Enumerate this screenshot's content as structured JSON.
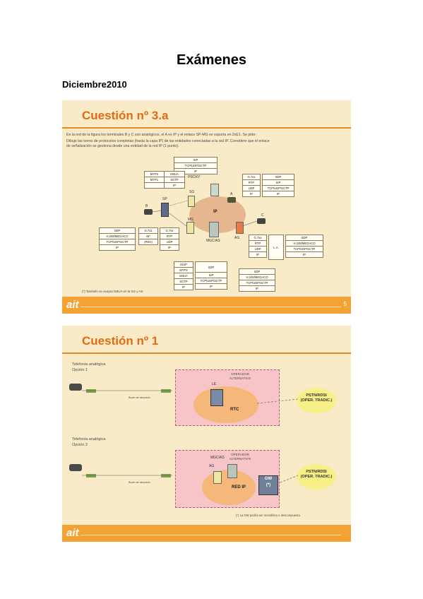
{
  "doc_title": "Exámenes",
  "section": "Diciembre2010",
  "slide1": {
    "title": "Cuestión nº 3.a",
    "lines": [
      "En la red de la figura los terminales B y C son analógicos, el A es IP y el enlace SP-MG se soporta en 2xE1. Se pide:",
      "Dibuje las torres de protocolos completas (hasta la capa IP) de las entidades conectadas a la red IP. Considere que el enlace",
      "de señalización se gestiona desde una entidad de la red IP (1 punto)."
    ],
    "footnote": "(*) También se acepta M3UA en la SG y AS",
    "footer_logo": "ait",
    "page": "5",
    "labels": {
      "proxy": "PROXY",
      "sg": "SG",
      "sp": "SP",
      "mg": "MG",
      "mgcas": "MGC/AS",
      "ag": "AG",
      "ip": "IP",
      "a": "A",
      "b": "B",
      "c": "C"
    },
    "tables": {
      "sip_top": [
        "SIP",
        "TCP/UDP/SCTP",
        "IP"
      ],
      "mtp": [
        [
          "MTP2",
          "M3UA"
        ],
        [
          "MTP1",
          "SCTP"
        ],
        [
          "",
          "IP"
        ]
      ],
      "phone_a": [
        "G.7xx",
        "RTP",
        "UDP",
        "IP"
      ],
      "phone_a2": [
        "SDP",
        "SIP",
        "TCP/UDP/SCTP",
        "IP"
      ],
      "mg_left": [
        "SDP",
        "H.248/MEGACO",
        "TCP/UDP/SCTP",
        "IP"
      ],
      "mg_mid": [
        "G.711",
        "NF",
        "(PDH)"
      ],
      "mg_mid2": [
        "G.7xx",
        "RTP",
        "UDP",
        "IP"
      ],
      "ag_left": [
        "G.7xx",
        "RTP",
        "UDP",
        "IP"
      ],
      "ag_la": "L.A.",
      "ag_right": [
        "SDP",
        "H.248/MEGACO",
        "TCP/UDP/SCTP",
        "IP"
      ],
      "mgc_left": [
        "ISUP",
        "MTP3",
        "M3UA",
        "SCTP",
        "IP"
      ],
      "mgc_sdp": "SDP",
      "mgc_right": [
        "SIP",
        "TCP/UDP/SCTP",
        "IP"
      ],
      "mgc_far": [
        "SDP",
        "H.248/MEGACO",
        "TCP/UDP/SCTP",
        "IP"
      ]
    }
  },
  "slide2": {
    "title": "Cuestión nº 1",
    "opt1_title": "Telefonía analógica",
    "opt1_sub": "Opción 1",
    "opt2_title": "Telefonía analógica",
    "opt2_sub": "Opción 2",
    "operador": "OPERADOR ALTERNATIVO",
    "le": "LE",
    "rtc": "RTC",
    "ag": "AG",
    "mgcas": "MGC/AS",
    "red_ip": "RED IP",
    "gw": "GW",
    "gw_note": "(*)",
    "pstn_line1": "PSTN/RDSI",
    "pstn_line2": "(OPER. TRADIC.)",
    "bucle": "Bucle de abonado",
    "footnote": "(*) La GW podría ser monolítica o descompuesta",
    "footer_logo": "ait"
  }
}
